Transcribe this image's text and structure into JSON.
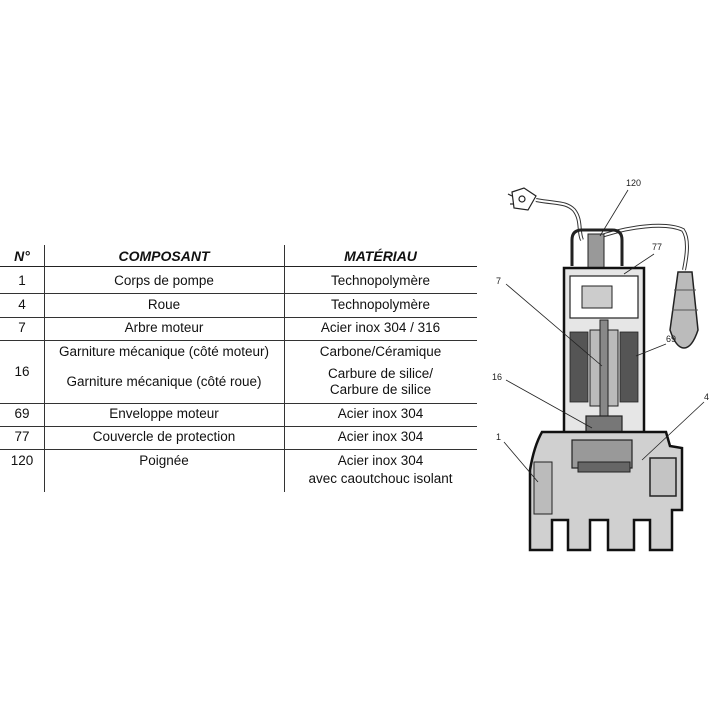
{
  "table": {
    "headers": {
      "num": "N°",
      "component": "COMPOSANT",
      "material": "MATÉRIAU"
    },
    "rows": [
      {
        "num": "1",
        "component": [
          "Corps de pompe"
        ],
        "material": [
          "Technopolymère"
        ]
      },
      {
        "num": "4",
        "component": [
          "Roue"
        ],
        "material": [
          "Technopolymère"
        ]
      },
      {
        "num": "7",
        "component": [
          "Arbre moteur"
        ],
        "material": [
          "Acier inox 304 / 316"
        ]
      },
      {
        "num": "16",
        "component": [
          "Garniture mécanique (côté moteur)",
          "Garniture mécanique (côté roue)"
        ],
        "material": [
          "Carbone/Céramique",
          "Carbure de silice/",
          "Carbure de silice"
        ]
      },
      {
        "num": "69",
        "component": [
          "Enveloppe moteur"
        ],
        "material": [
          "Acier inox 304"
        ]
      },
      {
        "num": "77",
        "component": [
          "Couvercle de protection"
        ],
        "material": [
          "Acier inox 304"
        ]
      },
      {
        "num": "120",
        "component": [
          "Poignée"
        ],
        "material": [
          "Acier inox 304",
          "avec caoutchouc isolant"
        ]
      }
    ]
  },
  "diagram": {
    "callouts": [
      "120",
      "77",
      "7",
      "69",
      "16",
      "4",
      "1"
    ]
  }
}
